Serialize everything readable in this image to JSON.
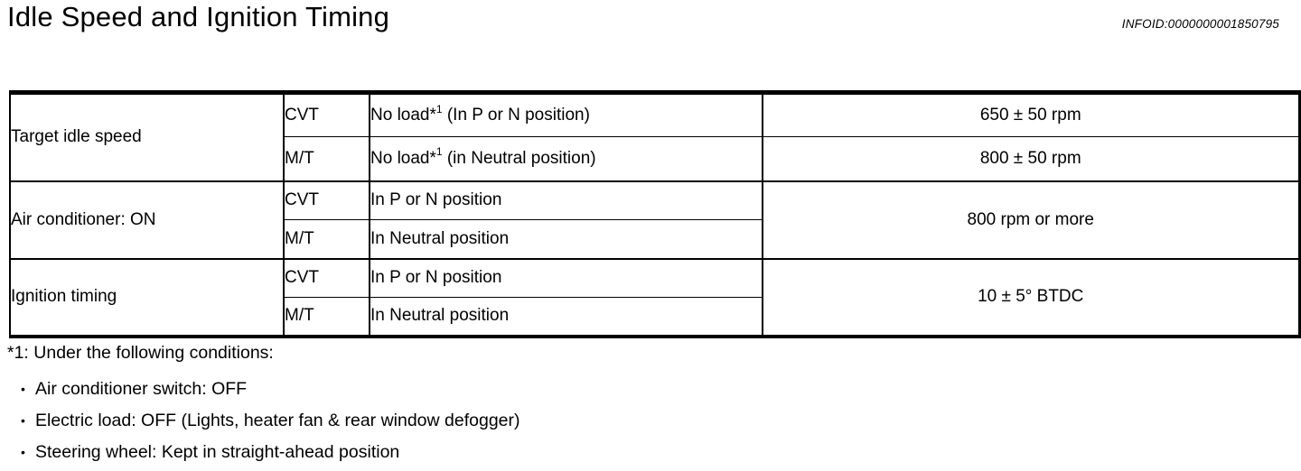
{
  "header": {
    "title": "Idle Speed and Ignition Timing",
    "infoid": "INFOID:0000000001850795"
  },
  "table": {
    "target_idle_speed": {
      "label": "Target idle speed",
      "cvt": {
        "trans": "CVT",
        "cond_pre": "No load*",
        "cond_sup": "1",
        "cond_post": " (In P or N position)",
        "value": "650 ± 50 rpm"
      },
      "mt": {
        "trans": "M/T",
        "cond_pre": "No load*",
        "cond_sup": "1",
        "cond_post": " (in Neutral position)",
        "value": "800 ± 50 rpm"
      }
    },
    "air_conditioner": {
      "label": "Air conditioner: ON",
      "cvt": {
        "trans": "CVT",
        "cond": "In P or N position"
      },
      "mt": {
        "trans": "M/T",
        "cond": "In Neutral position"
      },
      "value": "800 rpm or more"
    },
    "ignition_timing": {
      "label": "Ignition timing",
      "cvt": {
        "trans": "CVT",
        "cond": "In P or N position"
      },
      "mt": {
        "trans": "M/T",
        "cond": "In Neutral position"
      },
      "value": "10 ± 5° BTDC"
    }
  },
  "footnotes": {
    "note": "*1: Under the following conditions:",
    "bullet_char": "•",
    "bullets": [
      "Air conditioner switch: OFF",
      "Electric load: OFF (Lights, heater fan & rear window defogger)",
      "Steering wheel: Kept in straight-ahead position"
    ]
  },
  "colors": {
    "text": "#000000",
    "background": "#ffffff",
    "border": "#000000"
  }
}
